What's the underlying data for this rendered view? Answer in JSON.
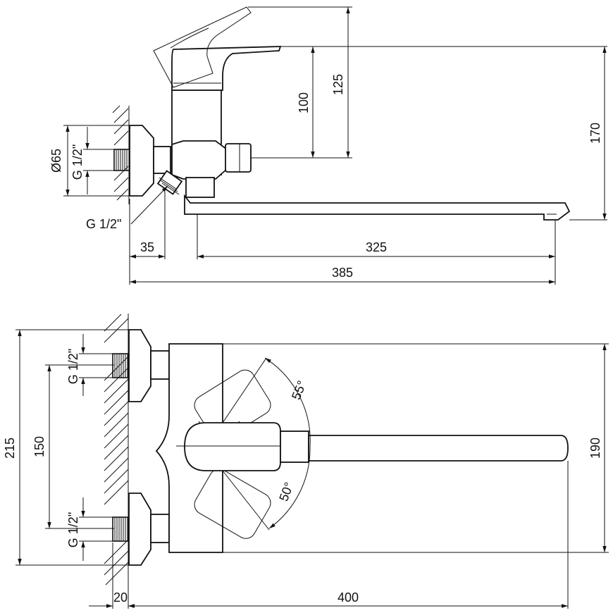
{
  "side_view": {
    "dim_125": "125",
    "dim_100": "100",
    "dim_170": "170",
    "dim_65": "Ø65",
    "thread_wall": "G 1/2\"",
    "thread_leader": "G 1/2\"",
    "dim_35": "35",
    "dim_325": "325",
    "dim_385": "385"
  },
  "top_view": {
    "dim_215": "215",
    "dim_150": "150",
    "thread_upper": "G 1/2\"",
    "thread_lower": "G 1/2\"",
    "angle_top": "55°",
    "angle_bottom": "50°",
    "dim_190": "190",
    "dim_20": "20",
    "dim_400": "400"
  }
}
